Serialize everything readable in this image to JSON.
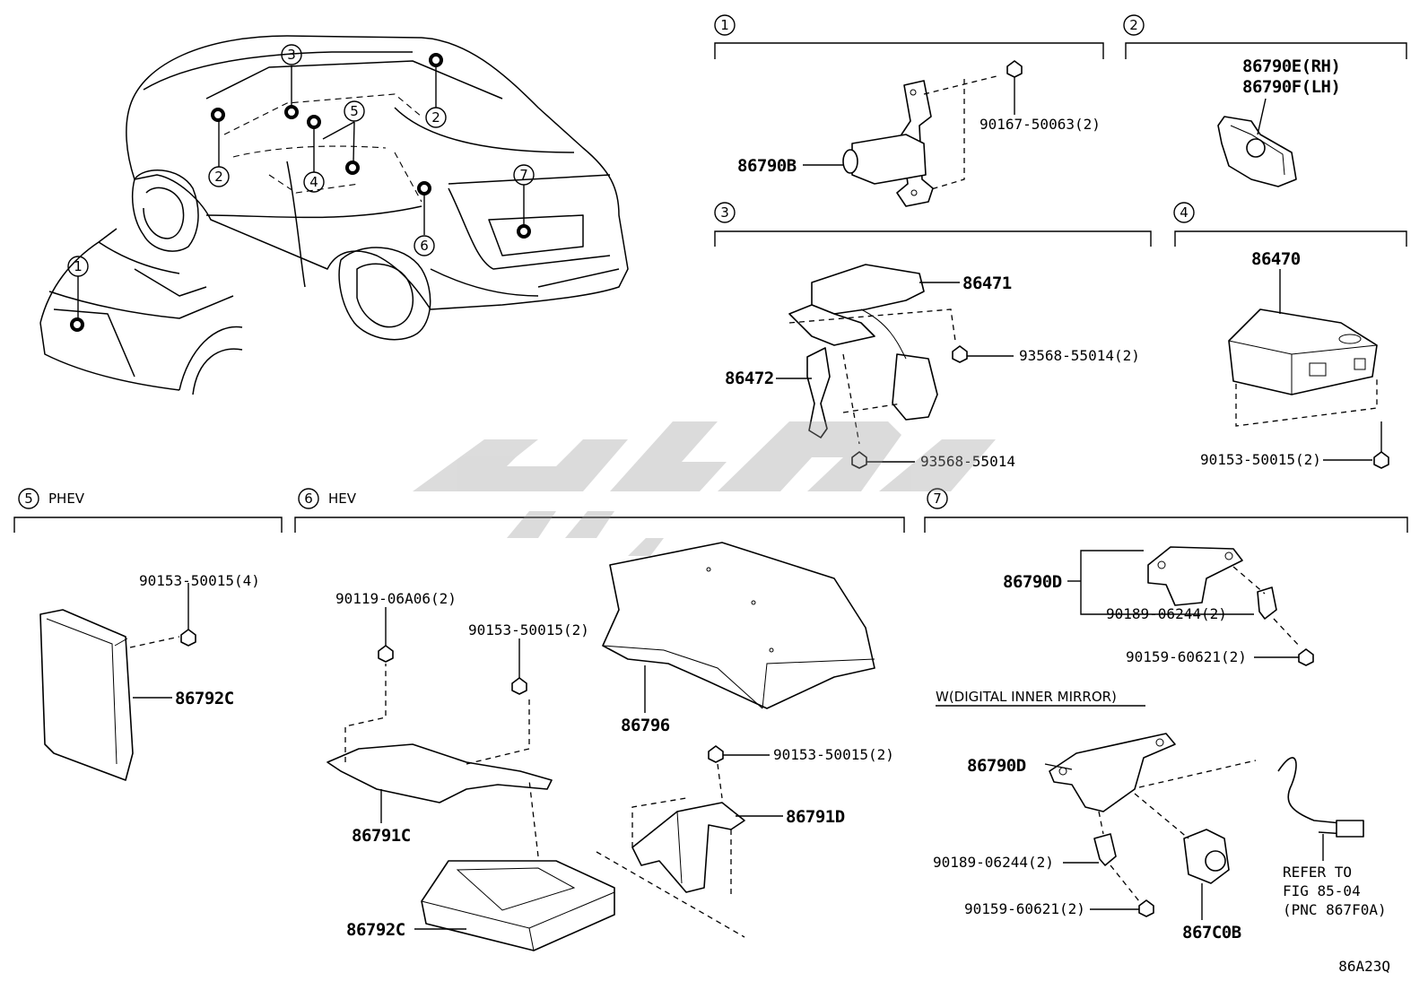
{
  "diagram_code": "86A23Q",
  "overview": {
    "callout_numbers": [
      "1",
      "2",
      "3",
      "4",
      "5",
      "6",
      "7"
    ]
  },
  "sections": {
    "s1": {
      "number": "1",
      "parts": [
        "86790B",
        "90167-50063(2)"
      ]
    },
    "s2": {
      "number": "2",
      "parts": [
        "86790E(RH)",
        "86790F(LH)"
      ]
    },
    "s3": {
      "number": "3",
      "parts": [
        "86471",
        "86472",
        "93568-55014(2)",
        "93568-55014"
      ]
    },
    "s4": {
      "number": "4",
      "parts": [
        "86470",
        "90153-50015(2)"
      ]
    },
    "s5": {
      "number": "5",
      "label": "PHEV",
      "parts": [
        "90153-50015(4)",
        "86792C"
      ]
    },
    "s6": {
      "number": "6",
      "label": "HEV",
      "parts": [
        "90119-06A06(2)",
        "90153-50015(2)",
        "86796",
        "86791C",
        "90153-50015(2)",
        "86791D",
        "86792C"
      ]
    },
    "s7": {
      "number": "7",
      "parts": [
        "86790D",
        "90189-06244(2)",
        "90159-60621(2)"
      ],
      "variant_label": "W(DIGITAL INNER MIRROR)",
      "variant_parts": [
        "86790D",
        "90189-06244(2)",
        "90159-60621(2)",
        "867C0B"
      ],
      "refer_lines": [
        "REFER TO",
        "FIG 85-04",
        "(PNC 867F0A)"
      ]
    }
  }
}
